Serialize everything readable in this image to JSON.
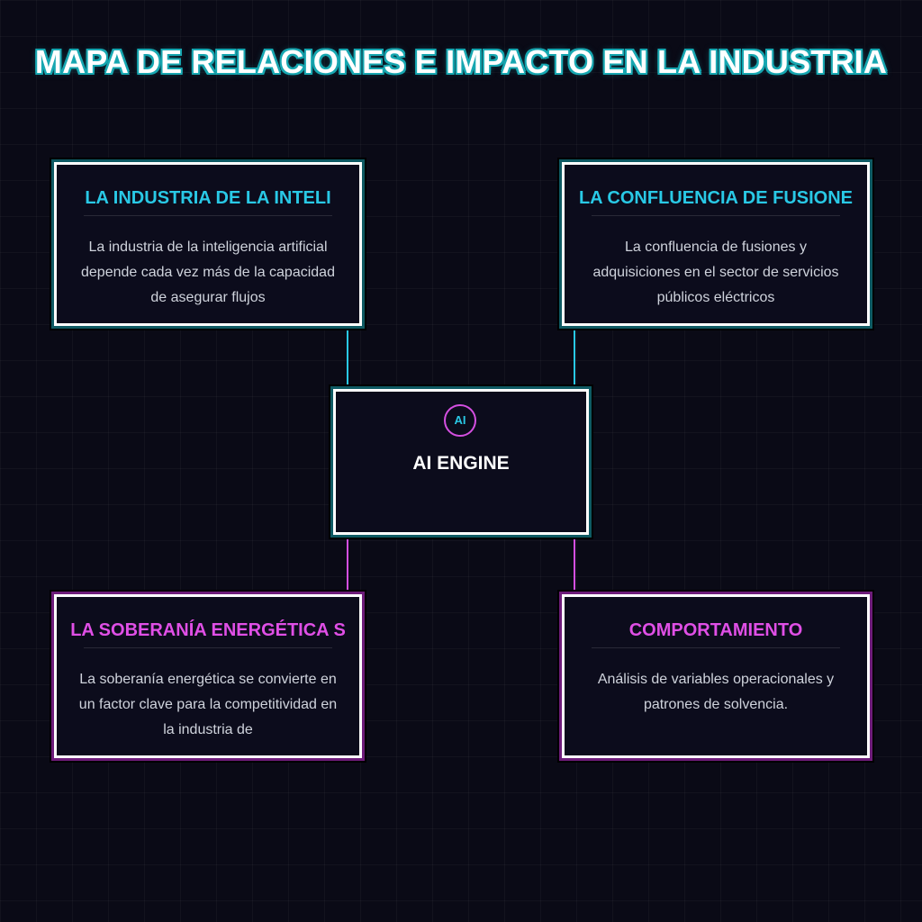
{
  "title": "MAPA DE RELACIONES E IMPACTO EN LA INDUSTRIA",
  "center": {
    "badge": "AI",
    "label": "AI ENGINE"
  },
  "nodes": [
    {
      "title": "LA INDUSTRIA DE LA INTELI",
      "body": "La industria de la inteligencia artificial depende cada vez más de la capacidad de asegurar flujos"
    },
    {
      "title": "LA CONFLUENCIA DE FUSIONE",
      "body": "La confluencia de fusiones y adquisiciones en el sector de servicios públicos eléctricos"
    },
    {
      "title": "LA SOBERANÍA ENERGÉTICA S",
      "body": "La soberanía energética se convierte en un factor clave para la competitividad en la industria de"
    },
    {
      "title": "COMPORTAMIENTO",
      "body": "Análisis de variables operacionales y patrones de solvencia."
    }
  ],
  "colors": {
    "cyan": "#29c9e6",
    "magenta": "#e04fe6",
    "background": "#0a0a16"
  }
}
